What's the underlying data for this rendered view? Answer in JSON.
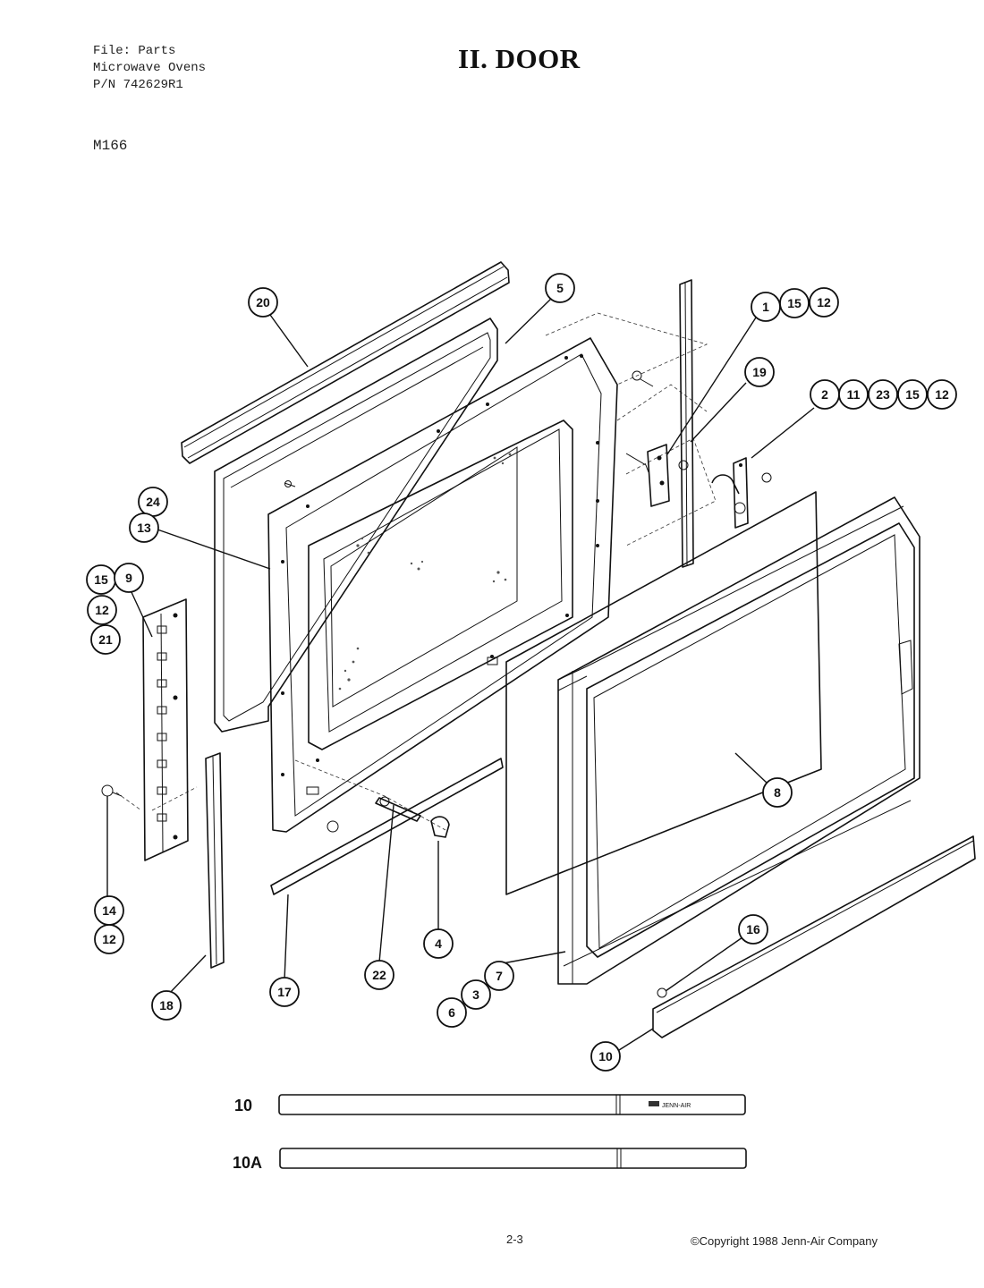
{
  "header": {
    "line1": "File: Parts",
    "line2": "Microwave Ovens",
    "line3": "P/N 742629R1",
    "model": "M166",
    "title": "II. DOOR"
  },
  "callouts": [
    "20",
    "5",
    "1",
    "15",
    "12",
    "19",
    "2",
    "11",
    "23",
    "15",
    "12",
    "24",
    "13",
    "15",
    "9",
    "12",
    "21",
    "14",
    "12",
    "18",
    "17",
    "22",
    "4",
    "8",
    "7",
    "3",
    "6",
    "16",
    "10"
  ],
  "strips": {
    "label_10": "10",
    "label_10a": "10A",
    "logo": "JENN-AIR"
  },
  "footer": {
    "page": "2-3",
    "copyright": "©Copyright 1988 Jenn-Air Company"
  }
}
